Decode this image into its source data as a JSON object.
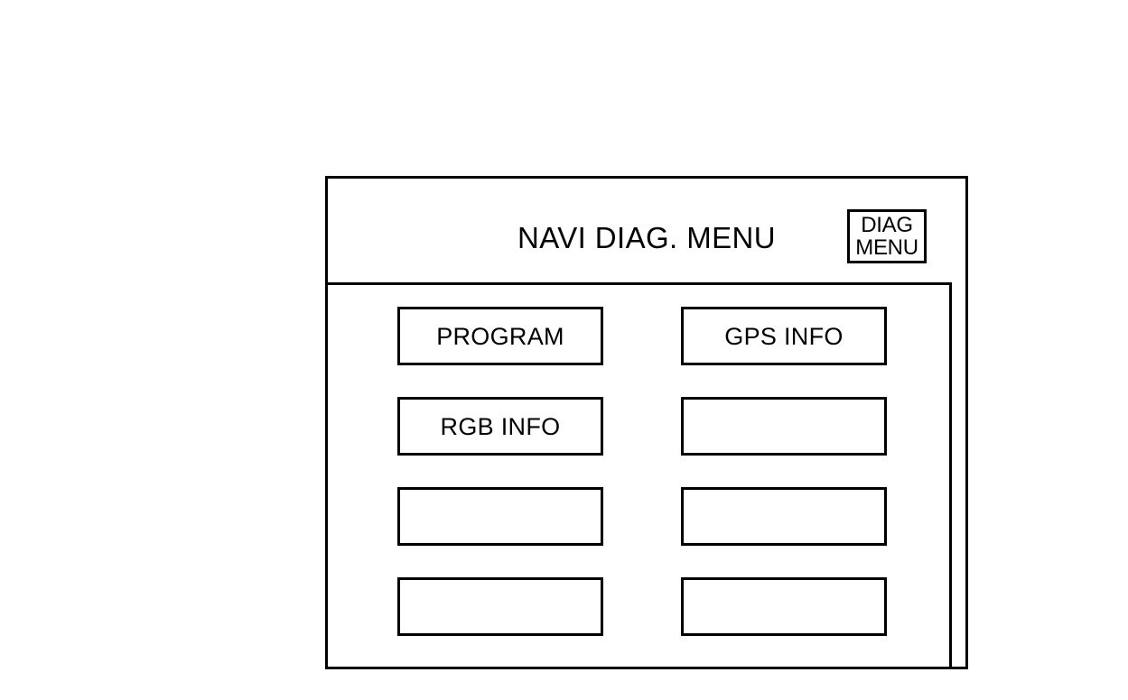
{
  "screen": {
    "title": "NAVI DIAG. MENU",
    "badge": {
      "line1": "DIAG",
      "line2": "MENU"
    }
  },
  "menu": {
    "rows": [
      {
        "left": {
          "label": "PROGRAM",
          "blank": false
        },
        "right": {
          "label": "GPS INFO",
          "blank": false
        }
      },
      {
        "left": {
          "label": "RGB INFO",
          "blank": false
        },
        "right": {
          "label": "",
          "blank": true
        }
      },
      {
        "left": {
          "label": "",
          "blank": true
        },
        "right": {
          "label": "",
          "blank": true
        }
      },
      {
        "left": {
          "label": "",
          "blank": true
        },
        "right": {
          "label": "",
          "blank": true
        }
      }
    ]
  },
  "style": {
    "line_color": "#000000",
    "background_color": "#ffffff"
  }
}
